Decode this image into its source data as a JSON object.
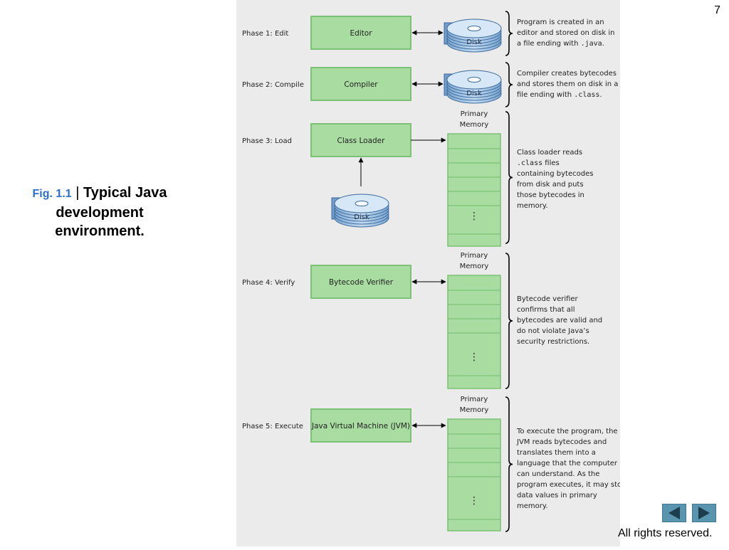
{
  "slide_number": "7",
  "caption": {
    "fig_label": "Fig. 1.1",
    "separator": "|",
    "title": "Typical Java development environment."
  },
  "footer": {
    "rights": "All rights reserved."
  },
  "nav": {
    "prev_icon": "triangle-left-icon",
    "next_icon": "triangle-right-icon"
  },
  "colors": {
    "panel_bg": "#ebebeb",
    "box_fill": "#a8dca0",
    "box_stroke": "#7cc276",
    "disk_fill": "#9cbfe0",
    "nav_bg": "#5a95b0",
    "caption_accent": "#2a6fd0"
  },
  "diagram": {
    "disk_label": "Disk",
    "memory_label": [
      "Primary",
      "Memory"
    ],
    "ellipsis": "⋮",
    "phases": [
      {
        "label": "Phase 1: Edit",
        "box": "Editor",
        "note": [
          [
            {
              "t": "Program is created in an"
            }
          ],
          [
            {
              "t": "editor and stored on disk in"
            }
          ],
          [
            {
              "t": "a file ending with "
            },
            {
              "t": ".java",
              "m": true
            },
            {
              "t": "."
            }
          ]
        ]
      },
      {
        "label": "Phase 2: Compile",
        "box": "Compiler",
        "note": [
          [
            {
              "t": "Compiler creates bytecodes"
            }
          ],
          [
            {
              "t": "and stores them on disk in a"
            }
          ],
          [
            {
              "t": "file ending with "
            },
            {
              "t": ".class",
              "m": true
            },
            {
              "t": "."
            }
          ]
        ]
      },
      {
        "label": "Phase 3: Load",
        "box": "Class Loader",
        "note": [
          [
            {
              "t": "Class loader reads"
            }
          ],
          [
            {
              "t": ".class",
              "m": true
            },
            {
              "t": " files"
            }
          ],
          [
            {
              "t": "containing bytecodes"
            }
          ],
          [
            {
              "t": "from disk and puts"
            }
          ],
          [
            {
              "t": "those bytecodes in"
            }
          ],
          [
            {
              "t": "memory."
            }
          ]
        ]
      },
      {
        "label": "Phase 4: Verify",
        "box": "Bytecode Verifier",
        "note": [
          [
            {
              "t": "Bytecode verifier"
            }
          ],
          [
            {
              "t": "confirms that all"
            }
          ],
          [
            {
              "t": "bytecodes are valid and"
            }
          ],
          [
            {
              "t": "do not violate Java’s"
            }
          ],
          [
            {
              "t": "security restrictions."
            }
          ]
        ]
      },
      {
        "label": "Phase 5: Execute",
        "box": "Java Virtual Machine (JVM)",
        "note": [
          [
            {
              "t": "To execute the program, the"
            }
          ],
          [
            {
              "t": "JVM reads bytecodes and"
            }
          ],
          [
            {
              "t": "translates them into a"
            }
          ],
          [
            {
              "t": "language that the computer"
            }
          ],
          [
            {
              "t": "can understand. As the"
            }
          ],
          [
            {
              "t": "program executes, it may store"
            }
          ],
          [
            {
              "t": "data values in primary"
            }
          ],
          [
            {
              "t": "memory."
            }
          ]
        ]
      }
    ]
  }
}
